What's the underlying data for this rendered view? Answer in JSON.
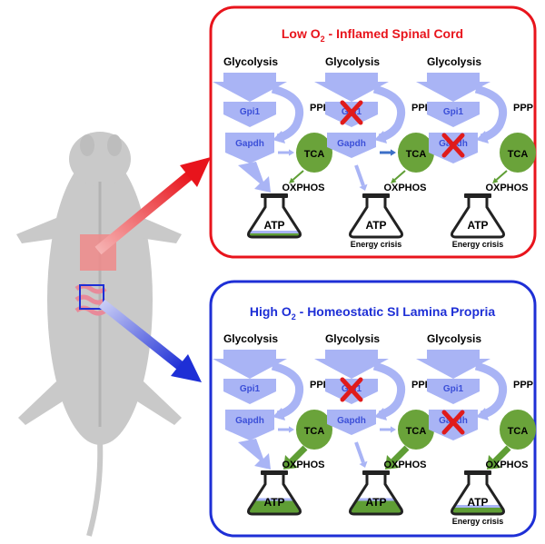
{
  "panels": {
    "low": {
      "title_prefix": "Low O",
      "title_sub": "2",
      "title_suffix": " - Inflamed Spinal Cord",
      "color": "#e8141c",
      "columns": [
        {
          "glycolysis": "Glycolysis",
          "gpi1": "Gpi1",
          "gapdh": "Gapdh",
          "ppp": "PPP",
          "tca": "TCA",
          "oxphos": "OXPHOS",
          "atp": "ATP",
          "note": ""
        },
        {
          "glycolysis": "Glycolysis",
          "gpi1": "Gpi1",
          "gapdh": "Gapdh",
          "ppp": "PPP",
          "tca": "TCA",
          "oxphos": "OXPHOS",
          "atp": "ATP",
          "note": "Energy crisis"
        },
        {
          "glycolysis": "Glycolysis",
          "gpi1": "Gpi1",
          "gapdh": "Gapdh",
          "ppp": "PPP",
          "tca": "TCA",
          "oxphos": "OXPHOS",
          "atp": "ATP",
          "note": "Energy crisis"
        }
      ]
    },
    "high": {
      "title_prefix": "High O",
      "title_sub": "2",
      "title_suffix": " - Homeostatic SI Lamina Propria",
      "color": "#1e2fd6",
      "columns": [
        {
          "glycolysis": "Glycolysis",
          "gpi1": "Gpi1",
          "gapdh": "Gapdh",
          "ppp": "PPP",
          "tca": "TCA",
          "oxphos": "OXPHOS",
          "atp": "ATP",
          "note": ""
        },
        {
          "glycolysis": "Glycolysis",
          "gpi1": "Gpi1",
          "gapdh": "Gapdh",
          "ppp": "PPP",
          "tca": "TCA",
          "oxphos": "OXPHOS",
          "atp": "ATP",
          "note": ""
        },
        {
          "glycolysis": "Glycolysis",
          "gpi1": "Gpi1",
          "gapdh": "Gapdh",
          "ppp": "PPP",
          "tca": "TCA",
          "oxphos": "OXPHOS",
          "atp": "ATP",
          "note": "Energy crisis"
        }
      ]
    }
  },
  "colors": {
    "flow": "#a9b4f5",
    "enzyme_text": "#3b4fd8",
    "tca": "#6aa33a",
    "green_arrow": "#5f9e35",
    "blue_arrow": "#3d6fc7",
    "knockout": "#e01b1b",
    "mouse": "#c9c9c9"
  }
}
